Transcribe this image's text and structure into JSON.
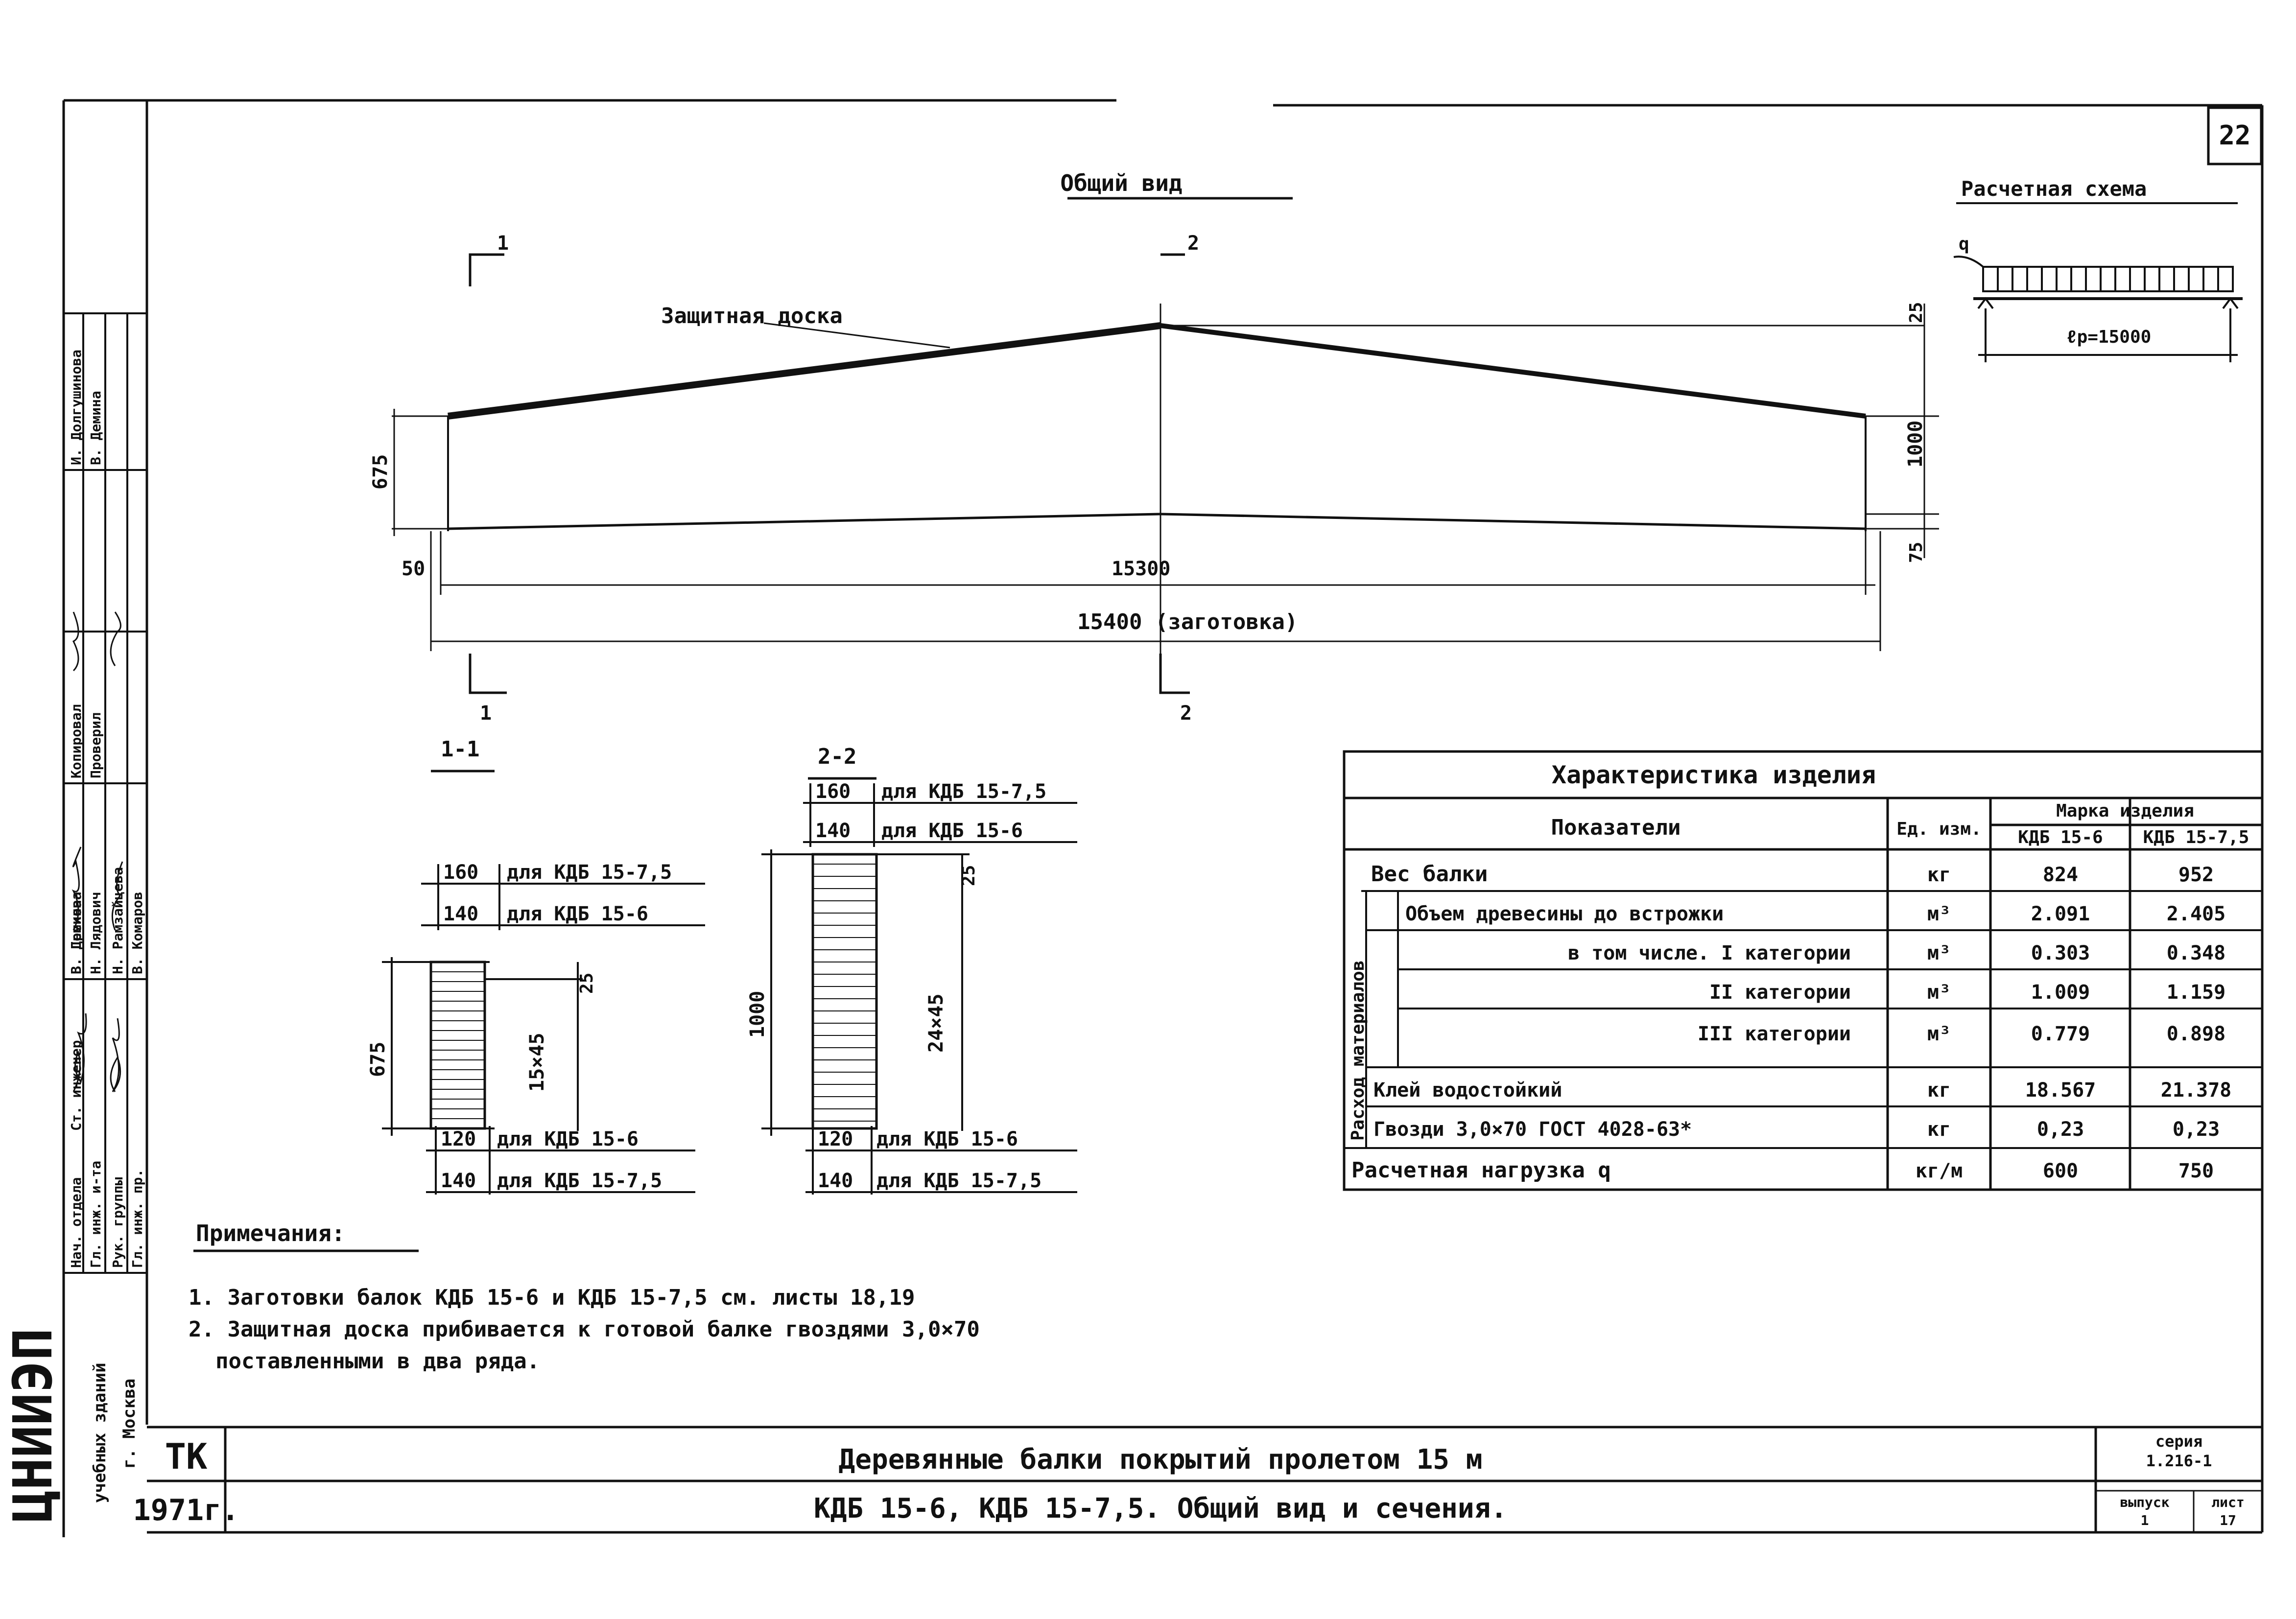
{
  "sheet_number": "22",
  "general_view": {
    "title": "Общий вид",
    "protective_board_label": "Защитная доска",
    "section_marks": [
      "1",
      "1",
      "2",
      "2"
    ],
    "dims": {
      "left_height": "675",
      "mid_height": "1000",
      "ridge_rise": "25",
      "bottom_camber": "75",
      "left_offset": "50",
      "span": "15300",
      "blank_length": "15400 (заготовка)"
    }
  },
  "calc_scheme": {
    "title": "Расчетная схема",
    "load": "q",
    "span": "ℓp=15000"
  },
  "section_1": {
    "title": "1-1",
    "height": "675",
    "lamination": "15×45",
    "top_gap": "25",
    "rows": [
      {
        "width": "160",
        "note": "для КДБ 15-7,5"
      },
      {
        "width": "140",
        "note": "для КДБ 15-6"
      },
      {
        "width": "120",
        "note": "для КДБ 15-6"
      },
      {
        "width": "140",
        "note": "для КДБ 15-7,5"
      }
    ]
  },
  "section_2": {
    "title": "2-2",
    "height": "1000",
    "lamination": "24×45",
    "top_gap": "25",
    "rows": [
      {
        "width": "160",
        "note": "для КДБ 15-7,5"
      },
      {
        "width": "140",
        "note": "для КДБ 15-6"
      },
      {
        "width": "120",
        "note": "для КДБ 15-6"
      },
      {
        "width": "140",
        "note": "для КДБ 15-7,5"
      }
    ]
  },
  "characteristics": {
    "title": "Характеристика изделия",
    "col_indicator": "Показатели",
    "col_unit": "Ед. изм.",
    "col_mark": "Марка изделия",
    "col_m1": "КДБ 15-6",
    "col_m2": "КДБ 15-7,5",
    "side_label": "Расход материалов",
    "rows": [
      {
        "name": "Вес балки",
        "unit": "кг",
        "v1": "824",
        "v2": "952"
      },
      {
        "name": "Объем древесины до встрожки",
        "unit": "м³",
        "v1": "2.091",
        "v2": "2.405"
      },
      {
        "name": "в том числе. I категории",
        "unit": "м³",
        "v1": "0.303",
        "v2": "0.348"
      },
      {
        "name": "II категории",
        "unit": "м³",
        "v1": "1.009",
        "v2": "1.159"
      },
      {
        "name": "III категории",
        "unit": "м³",
        "v1": "0.779",
        "v2": "0.898"
      },
      {
        "name": "Клей водостойкий",
        "unit": "кг",
        "v1": "18.567",
        "v2": "21.378"
      },
      {
        "name": "Гвозди 3,0×70 ГОСТ 4028-63*",
        "unit": "кг",
        "v1": "0,23",
        "v2": "0,23"
      },
      {
        "name": "Расчетная нагрузка q",
        "unit": "кг/м",
        "v1": "600",
        "v2": "750"
      }
    ]
  },
  "notes": {
    "title": "Примечания:",
    "items": [
      "1. Заготовки балок КДБ 15-6 и КДБ 15-7,5 см. листы 18,19",
      "2. Защитная доска прибивается к готовой балке гвоздями 3,0×70",
      "поставленными в два ряда."
    ]
  },
  "title_block": {
    "org": "ЦНИИЭП",
    "org_sub1": "учебных зданий",
    "org_sub2": "г. Москва",
    "code": "ТК",
    "year": "1971г.",
    "title_line1": "Деревянные балки покрытий пролетом 15 м",
    "title_line2": "КДБ 15-6, КДБ 15-7,5. Общий вид и сечения.",
    "series_label": "серия",
    "series_value": "1.216-1",
    "issue_label": "выпуск",
    "issue_value": "1",
    "sheet_label": "лист",
    "sheet_value": "17"
  },
  "side_stamp": {
    "roles": [
      "Гл. инж. и-та",
      "Нач. отдела",
      "Гл. инж. пр.",
      "Рук. группы",
      "Ст. инженер"
    ],
    "names": [
      "Н. Лядович",
      "В. Грекова",
      "В. Комаров",
      "Н. Рамзайцева",
      "В. Демина"
    ],
    "check_roles": [
      "Проверил",
      "Копировал"
    ],
    "check_names": [
      "В. Демина",
      "И. Долгушинова"
    ]
  }
}
